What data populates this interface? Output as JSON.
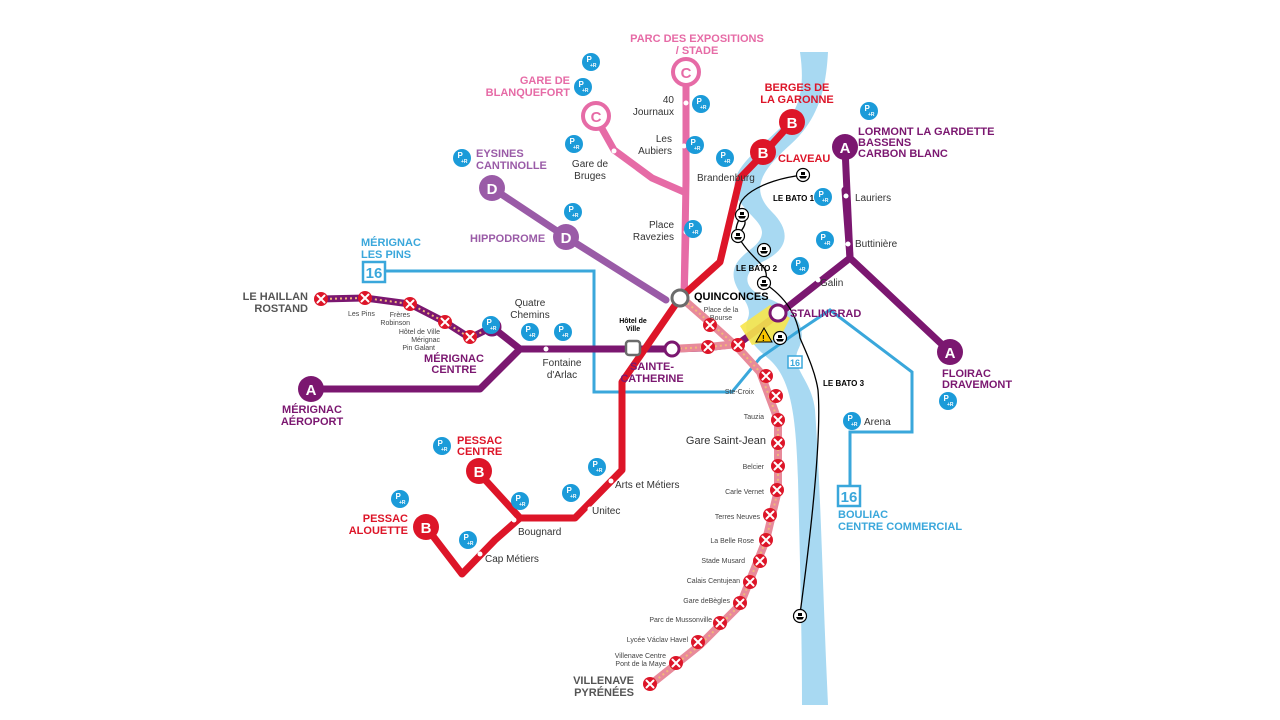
{
  "colors": {
    "lineA": "#7b1770",
    "lineB": "#dd1528",
    "lineC": "#e66ba6",
    "lineD": "#9a5ba7",
    "bus16": "#3aa7db",
    "river": "#a8d9f2",
    "bato": "#000000",
    "pr": "#1b9bd9",
    "closed": "#dd1528"
  },
  "lines": {
    "a": "A",
    "b": "B",
    "c": "C",
    "d": "D",
    "bus": "16"
  },
  "pr": "P+R",
  "terminals": {
    "parc_expo": [
      "PARC DES EXPOSITIONS",
      "/ STADE"
    ],
    "gare_blanquefort": [
      "GARE DE",
      "BLANQUEFORT"
    ],
    "berges": [
      "BERGES DE",
      "LA GARONNE"
    ],
    "lormont": [
      "LORMONT LA GARDETTE",
      "BASSENS",
      "CARBON BLANC"
    ],
    "eysines": [
      "EYSINES",
      "CANTINOLLE"
    ],
    "hippodrome": "HIPPODROME",
    "claveau": "CLAVEAU",
    "merignac_pins": [
      "MÉRIGNAC",
      "LES PINS"
    ],
    "haillan": [
      "LE HAILLAN",
      "ROSTAND"
    ],
    "merignac_centre": [
      "MÉRIGNAC",
      "CENTRE"
    ],
    "merignac_aeroport": [
      "MÉRIGNAC",
      "AÉROPORT"
    ],
    "floirac": [
      "FLOIRAC",
      "DRAVEMONT"
    ],
    "quinconces": "QUINCONCES",
    "stalingrad": "STALINGRAD",
    "sainte_catherine": [
      "SAINTE-",
      "CATHERINE"
    ],
    "pessac_centre": [
      "PESSAC",
      "CENTRE"
    ],
    "pessac_alouette": [
      "PESSAC",
      "ALOUETTE"
    ],
    "bouliac": [
      "BOULIAC",
      "CENTRE COMMERCIAL"
    ],
    "villenave_pyrenees": [
      "VILLENAVE",
      "PYRÉNÉES"
    ]
  },
  "stations": {
    "journaux": [
      "40",
      "Journaux"
    ],
    "aubiers": [
      "Les",
      "Aubiers"
    ],
    "gare_bruges": [
      "Gare de",
      "Bruges"
    ],
    "place_ravezies": [
      "Place",
      "Ravezies"
    ],
    "brandenburg": "Brandenburg",
    "lauriers": "Lauriers",
    "buttiniere": "Buttinière",
    "galin": "Galin",
    "arena": "Arena",
    "quatre_chemins": [
      "Quatre",
      "Chemins"
    ],
    "fontaine_arlac": [
      "Fontaine",
      "d'Arlac"
    ],
    "hotel_ville": [
      "Hôtel de",
      "Ville"
    ],
    "place_bourse": [
      "Place de la",
      "Bourse"
    ],
    "les_pins": "Les Pins",
    "freres_robinson": [
      "Frères",
      "Robinson"
    ],
    "hotel_ville_merignac": [
      "Hôtel de Ville",
      "Mérignac"
    ],
    "pin_galant": "Pin Galant",
    "arts_metiers": "Arts et Métiers",
    "unitec": "Unitec",
    "bougnard": "Bougnard",
    "cap_metiers": "Cap Métiers",
    "ste_croix": "Ste-Croix",
    "tauzia": "Tauzia",
    "gare_saint_jean": "Gare Saint-Jean",
    "belcier": "Belcier",
    "carle_vernet": "Carle Vernet",
    "terres_neuves": "Terres Neuves",
    "belle_rose": "La Belle Rose",
    "stade_musard": "Stade Musard",
    "calais_centujean": "Calais Centujean",
    "gare_begles": "Gare deBègles",
    "parc_mussonville": "Parc de Mussonville",
    "lycee_havel": "Lycée Václav Havel",
    "villenave_centre": [
      "Villenave Centre",
      "Pont de la Maye"
    ]
  },
  "boats": {
    "bato1": "LE BATO 1",
    "bato2": "LE BATO 2",
    "bato3": "LE BATO 3"
  }
}
